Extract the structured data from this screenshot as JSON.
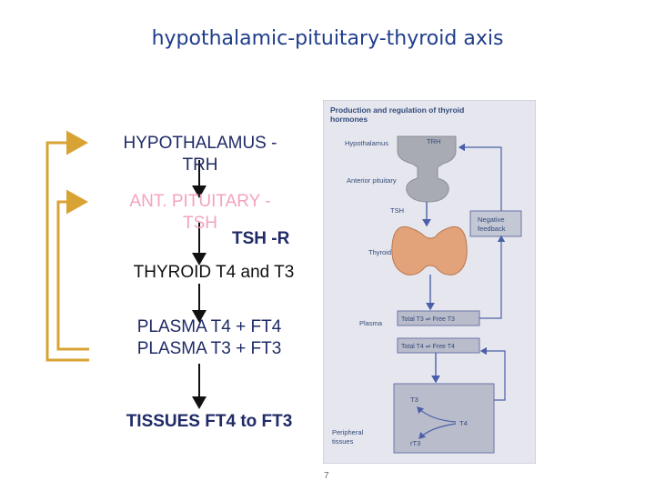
{
  "title": "hypothalamic-pituitary-thyroid axis",
  "flow": {
    "hypothalamus_l1": "HYPOTHALAMUS -",
    "hypothalamus_l2": "TRH",
    "ant_pituitary_l1": "ANT. PITUITARY -",
    "ant_pituitary_l2": "TSH",
    "tsh_receptor": "TSH -R",
    "thyroid": "THYROID T4 and T3",
    "plasma_l1": "PLASMA T4 + FT4",
    "plasma_l2": "PLASMA T3 + FT3",
    "tissues": "TISSUES FT4 to FT3"
  },
  "figure": {
    "heading_l1": "Production and regulation of thyroid",
    "heading_l2": "hormones",
    "hypothalamus": "Hypothalamus",
    "trh": "TRH",
    "anterior_pituitary": "Anterior pituitary",
    "tsh": "TSH",
    "negative_feedback_l1": "Negative",
    "negative_feedback_l2": "feedback",
    "thyroid": "Thyroid",
    "plasma": "Plasma",
    "total_t3": "Total T3 ⇌ Free T3",
    "total_t4": "Total T4 ⇌ Free T4",
    "t3": "T3",
    "t4": "T4",
    "rt3": "rT3",
    "peripheral_l1": "Peripheral",
    "peripheral_l2": "tissues"
  },
  "page_number": "7",
  "colors": {
    "title": "#1f3d8a",
    "feedback_bracket": "#d9a334",
    "figure_bg": "#e6e7ee",
    "gland": "#a9abb3",
    "thyroid_gland": "#e2a27a",
    "box": "#b9bccb"
  }
}
